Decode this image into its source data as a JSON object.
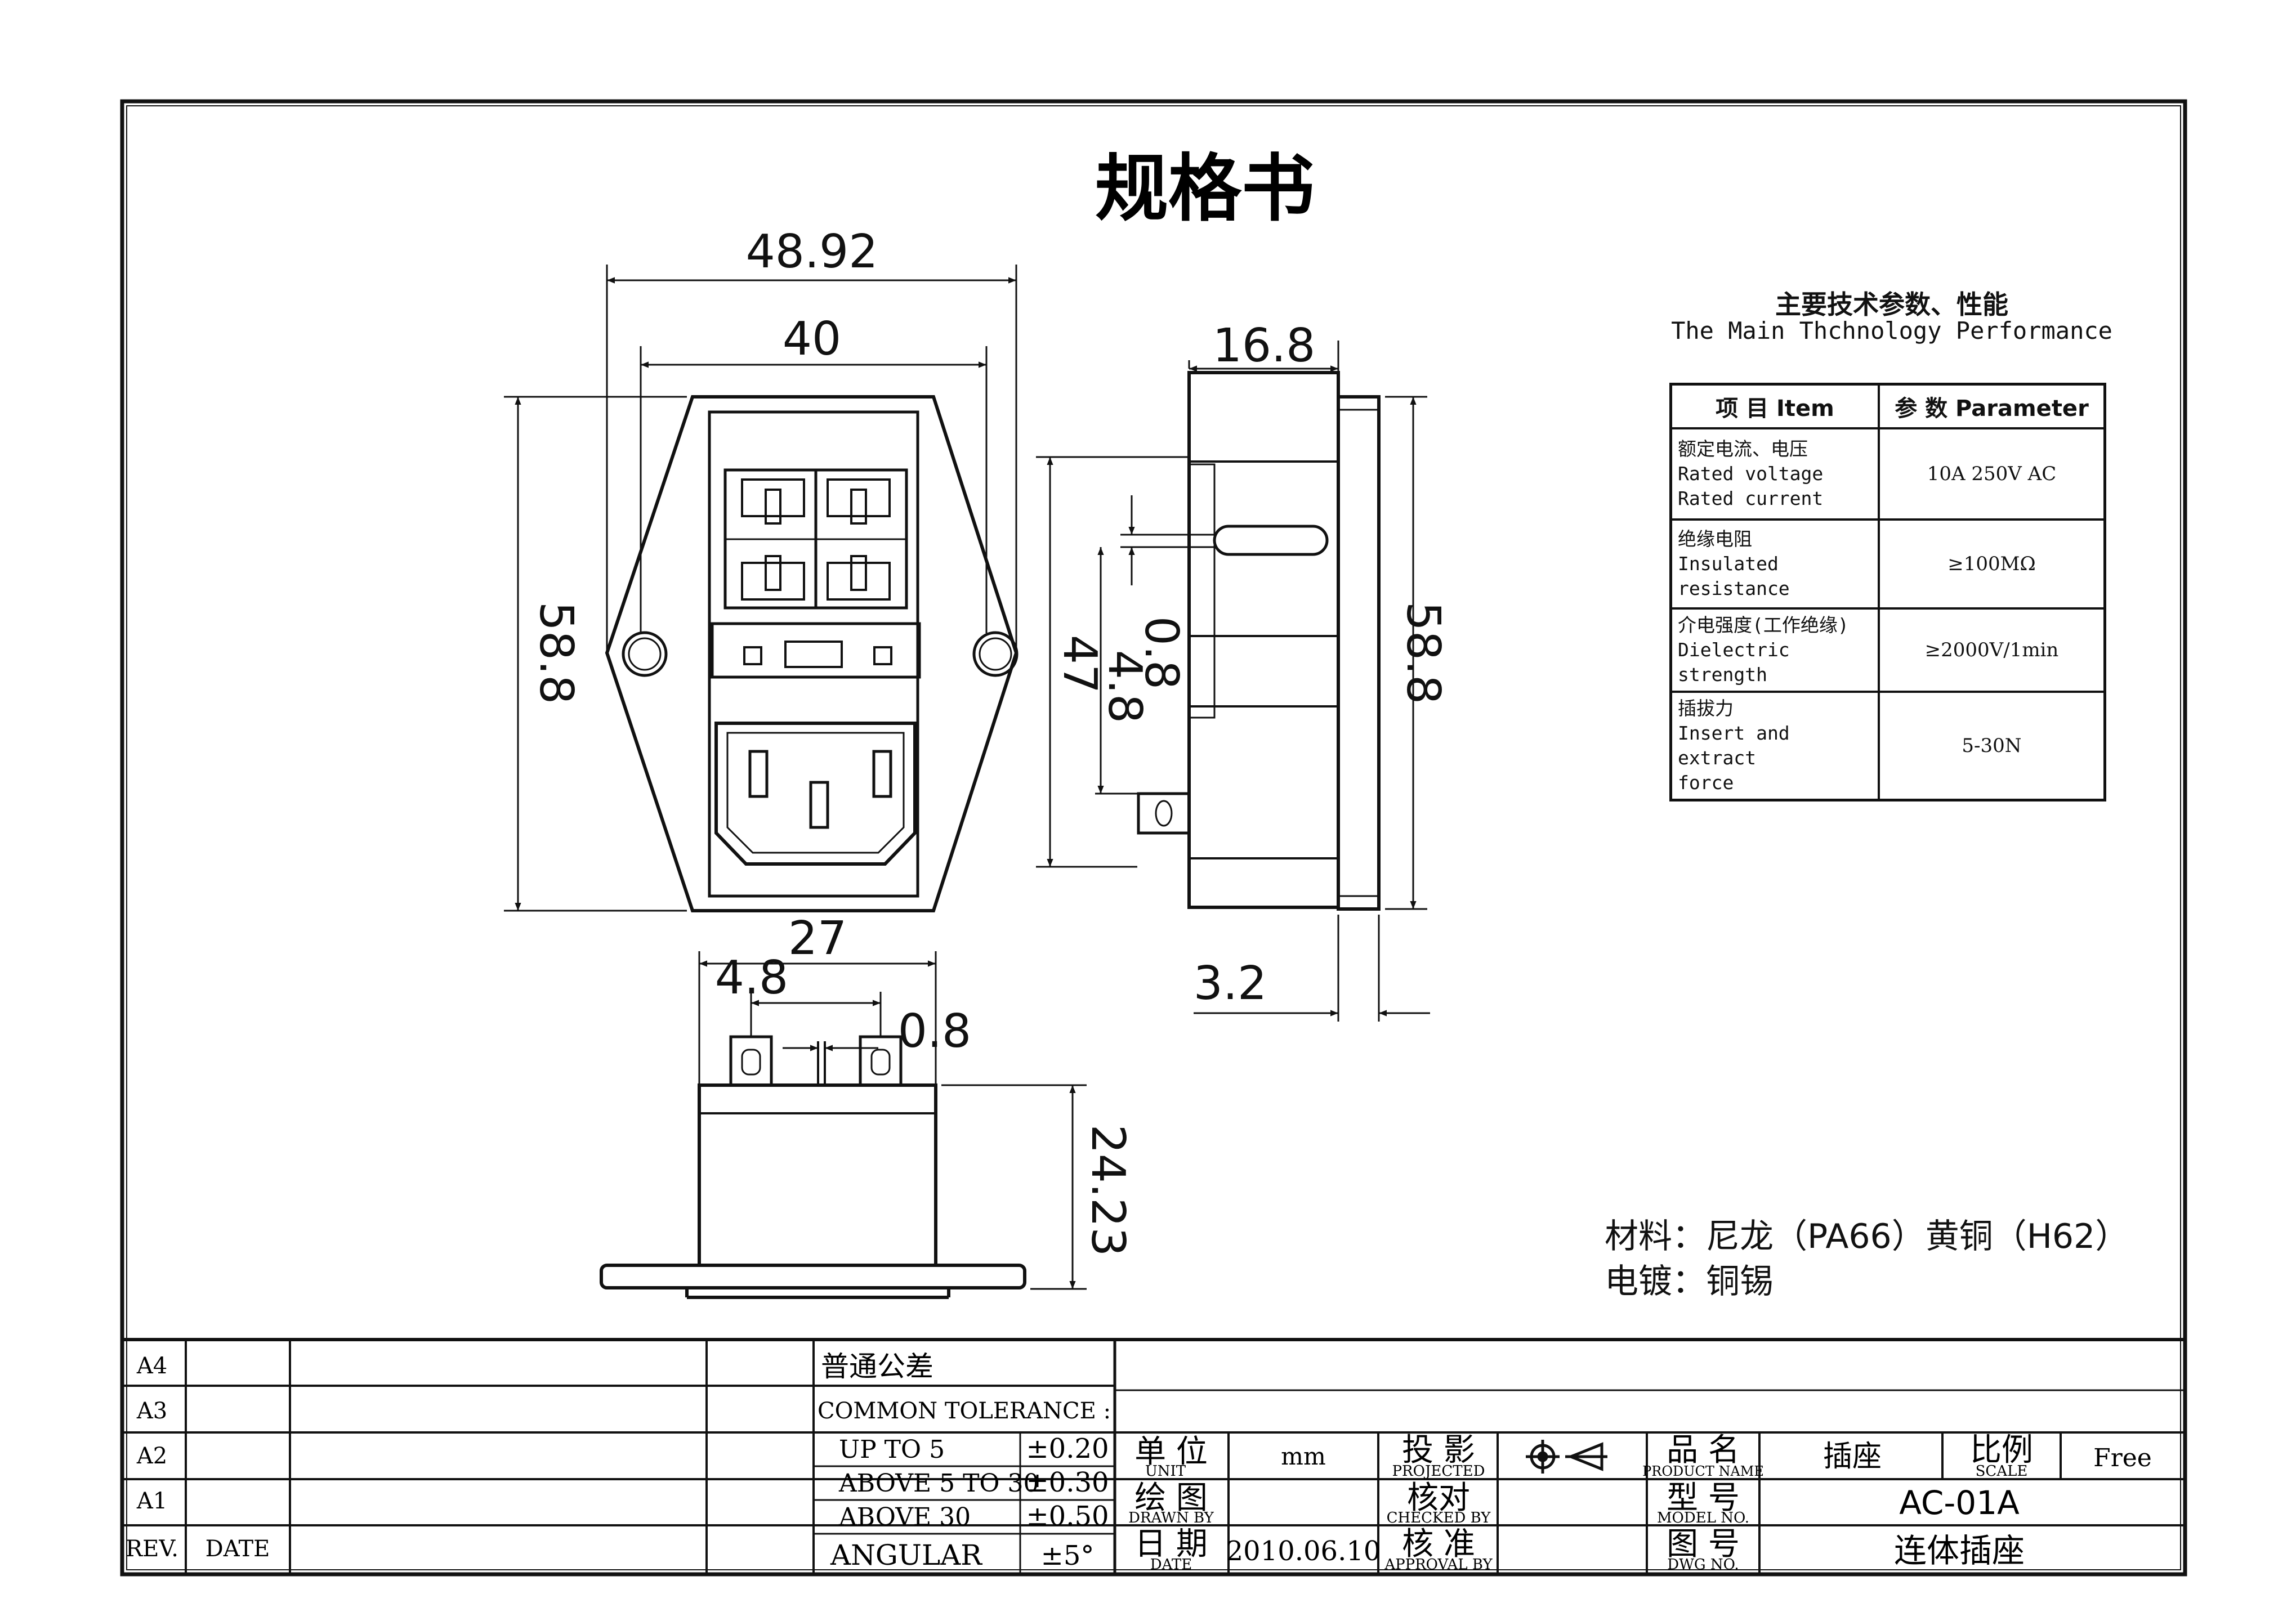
{
  "title": "规格书",
  "spec": {
    "heading_cn": "主要技术参数、性能",
    "heading_en": "The Main Thchnology Performance",
    "col_item": "项 目 Item",
    "col_param": "参 数 Parameter",
    "rows": [
      {
        "item_cn": "额定电流、电压",
        "item_en": "Rated voltage",
        "item_en2": "Rated current",
        "value": "10A 250V AC"
      },
      {
        "item_cn": "绝缘电阻",
        "item_en": "Insulated",
        "item_en2": "resistance",
        "value": "≥100MΩ"
      },
      {
        "item_cn": "介电强度(工作绝缘)",
        "item_en": "Dielectric strength",
        "item_en2": "",
        "value": "≥2000V/1min"
      },
      {
        "item_cn": "插拔力",
        "item_en": "Insert and extract",
        "item_en2": "force",
        "value": "5-30N"
      }
    ]
  },
  "material": "材料：尼龙（PA66）黄铜（H62）",
  "plating": "电镀：铜锡",
  "dimensions": {
    "front_width_outer": "48.92",
    "front_width_inner": "40",
    "front_height": "58.8",
    "bottom_width": "27",
    "pin_spacing": "4.8",
    "pin_thickness": "0.8",
    "depth_bottom": "24.23",
    "side_depth": "16.8",
    "side_height": "58.8",
    "side_body": "47",
    "side_pin_offset": "4.8",
    "side_pin_thick": "0.8",
    "flange": "3.2"
  },
  "title_block": {
    "revisions": [
      "A4",
      "A3",
      "A2",
      "A1"
    ],
    "rev_label": "REV.",
    "date_label": "DATE",
    "tol_cn": "普通公差",
    "tol_en": "COMMON TOLERANCE :",
    "tolerances": [
      {
        "range": "UP TO 5",
        "value": "±0.20"
      },
      {
        "range": "ABOVE 5 TO 30",
        "value": "±0.30"
      },
      {
        "range": "ABOVE 30",
        "value": "±0.50"
      },
      {
        "range": "ANGULAR",
        "value": "±5°"
      }
    ],
    "unit_cn": "单 位",
    "unit_en": "UNIT",
    "unit_value": "mm",
    "projected_cn": "投 影",
    "projected_en": "PROJECTED",
    "product_cn": "品 名",
    "product_en": "PRODUCT NAME",
    "product_value": "插座",
    "scale_cn": "比例",
    "scale_en": "SCALE",
    "scale_value": "Free",
    "drawn_cn": "绘 图",
    "drawn_en": "DRAWN BY",
    "checked_cn": "核对",
    "checked_en": "CHECKED BY",
    "model_cn": "型 号",
    "model_en": "MODEL NO.",
    "model_value": "AC-01A",
    "date_cn": "日 期",
    "date_en": "DATE",
    "date_value": "2010.06.10",
    "approval_cn": "核 准",
    "approval_en": "APPROVAL BY",
    "dwg_cn": "图 号",
    "dwg_en": "DWG NO.",
    "dwg_value": "连体插座"
  }
}
